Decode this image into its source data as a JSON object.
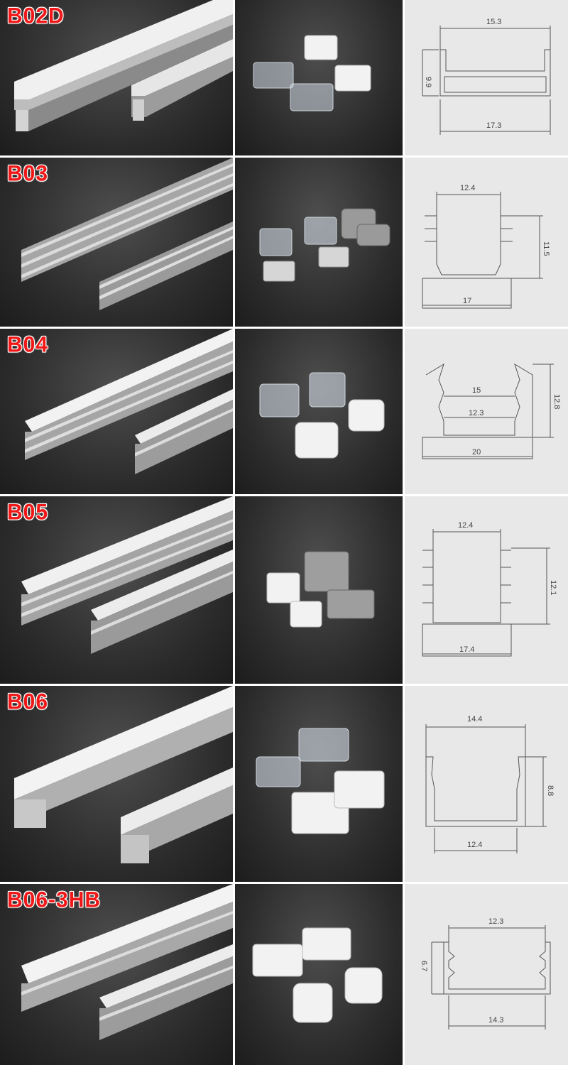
{
  "products": [
    {
      "model": "B02D",
      "dims": {
        "inner_width": "15.3",
        "height": "9.9",
        "outer_width": "17.3"
      }
    },
    {
      "model": "B03",
      "dims": {
        "inner_width": "12.4",
        "height": "11.5",
        "outer_width": "17"
      }
    },
    {
      "model": "B04",
      "dims": {
        "top_width": "15",
        "inner_width": "12.3",
        "height": "12.8",
        "outer_width": "20"
      }
    },
    {
      "model": "B05",
      "dims": {
        "inner_width": "12.4",
        "height": "12.1",
        "outer_width": "17.4"
      }
    },
    {
      "model": "B06",
      "dims": {
        "outer_width": "14.4",
        "height": "8.8",
        "inner_width": "12.4"
      }
    },
    {
      "model": "B06-3HB",
      "dims": {
        "inner_width": "12.3",
        "height": "6.7",
        "outer_width": "14.3"
      }
    }
  ]
}
